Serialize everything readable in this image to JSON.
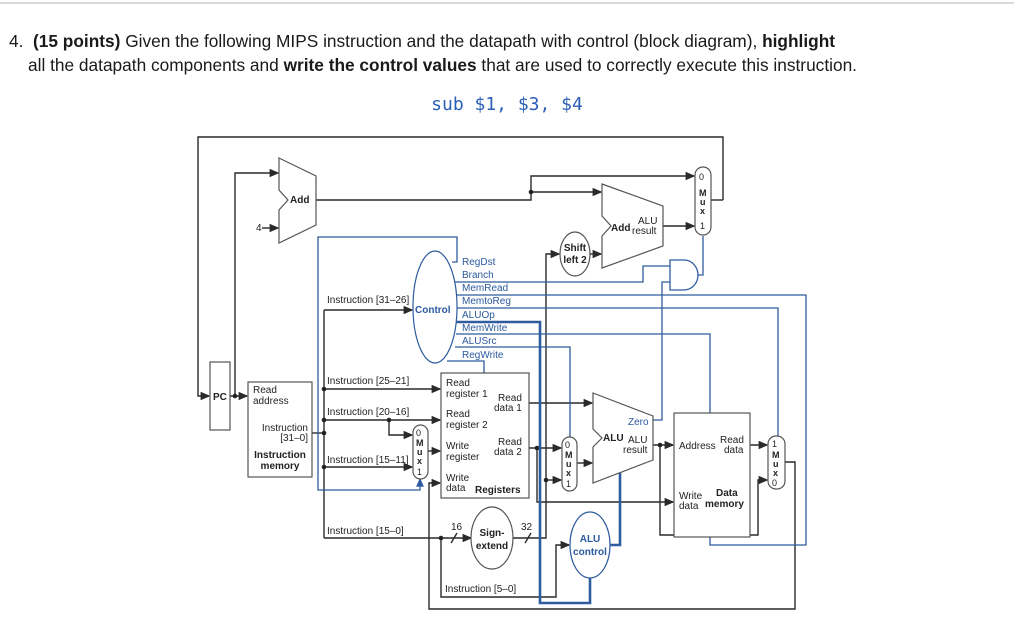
{
  "question": {
    "number": "4.",
    "points": "(15 points)",
    "text_1": " Given the following MIPS instruction and the datapath with control (block diagram), ",
    "highlight": "highlight",
    "text_2": " all the datapath components and ",
    "write_values": "write the control values",
    "text_3": " that are used to correctly execute this instruction."
  },
  "instruction_code": "sub $1, $3, $4",
  "diagram": {
    "add": "Add",
    "four": "4",
    "add_alu": "Add",
    "alu_word": "ALU",
    "result": "result",
    "shift_1": "Shift",
    "shift_2": "left 2",
    "control": "Control",
    "signals": [
      "RegDst",
      "Branch",
      "MemRead",
      "MemtoReg",
      "ALUOp",
      "MemWrite",
      "ALUSrc",
      "RegWrite"
    ],
    "instr_31_26": "Instruction [31–26]",
    "instr_25_21": "Instruction [25–21]",
    "instr_20_16": "Instruction [20–16]",
    "instr_15_11": "Instruction [15–11]",
    "instr_15_0": "Instruction [15–0]",
    "instr_5_0": "Instruction [5–0]",
    "pc": "PC",
    "imem": {
      "read": "Read",
      "address": "address",
      "instruction": "Instruction",
      "range": "[31–0]",
      "title_1": "Instruction",
      "title_2": "memory"
    },
    "regs": {
      "read": "Read",
      "register_1": "register 1",
      "register_2": "register 2",
      "data_1": "data 1",
      "data_2": "data 2",
      "write": "Write",
      "register": "register",
      "data": "data",
      "title": "Registers"
    },
    "mux": {
      "m": "M",
      "u": "u",
      "x": "x",
      "zero": "0",
      "one": "1"
    },
    "sign_extend_1": "Sign-",
    "sign_extend_2": "extend",
    "bits_16": "16",
    "bits_32": "32",
    "alu": "ALU",
    "zero": "Zero",
    "alu_control_1": "ALU",
    "alu_control_2": "control",
    "dmem": {
      "address": "Address",
      "read": "Read",
      "data": "data",
      "write": "Write",
      "title_1": "Data",
      "title_2": "memory"
    }
  },
  "colors": {
    "control_blue": "#2f5c9e",
    "code_blue": "#2c5fb6"
  }
}
